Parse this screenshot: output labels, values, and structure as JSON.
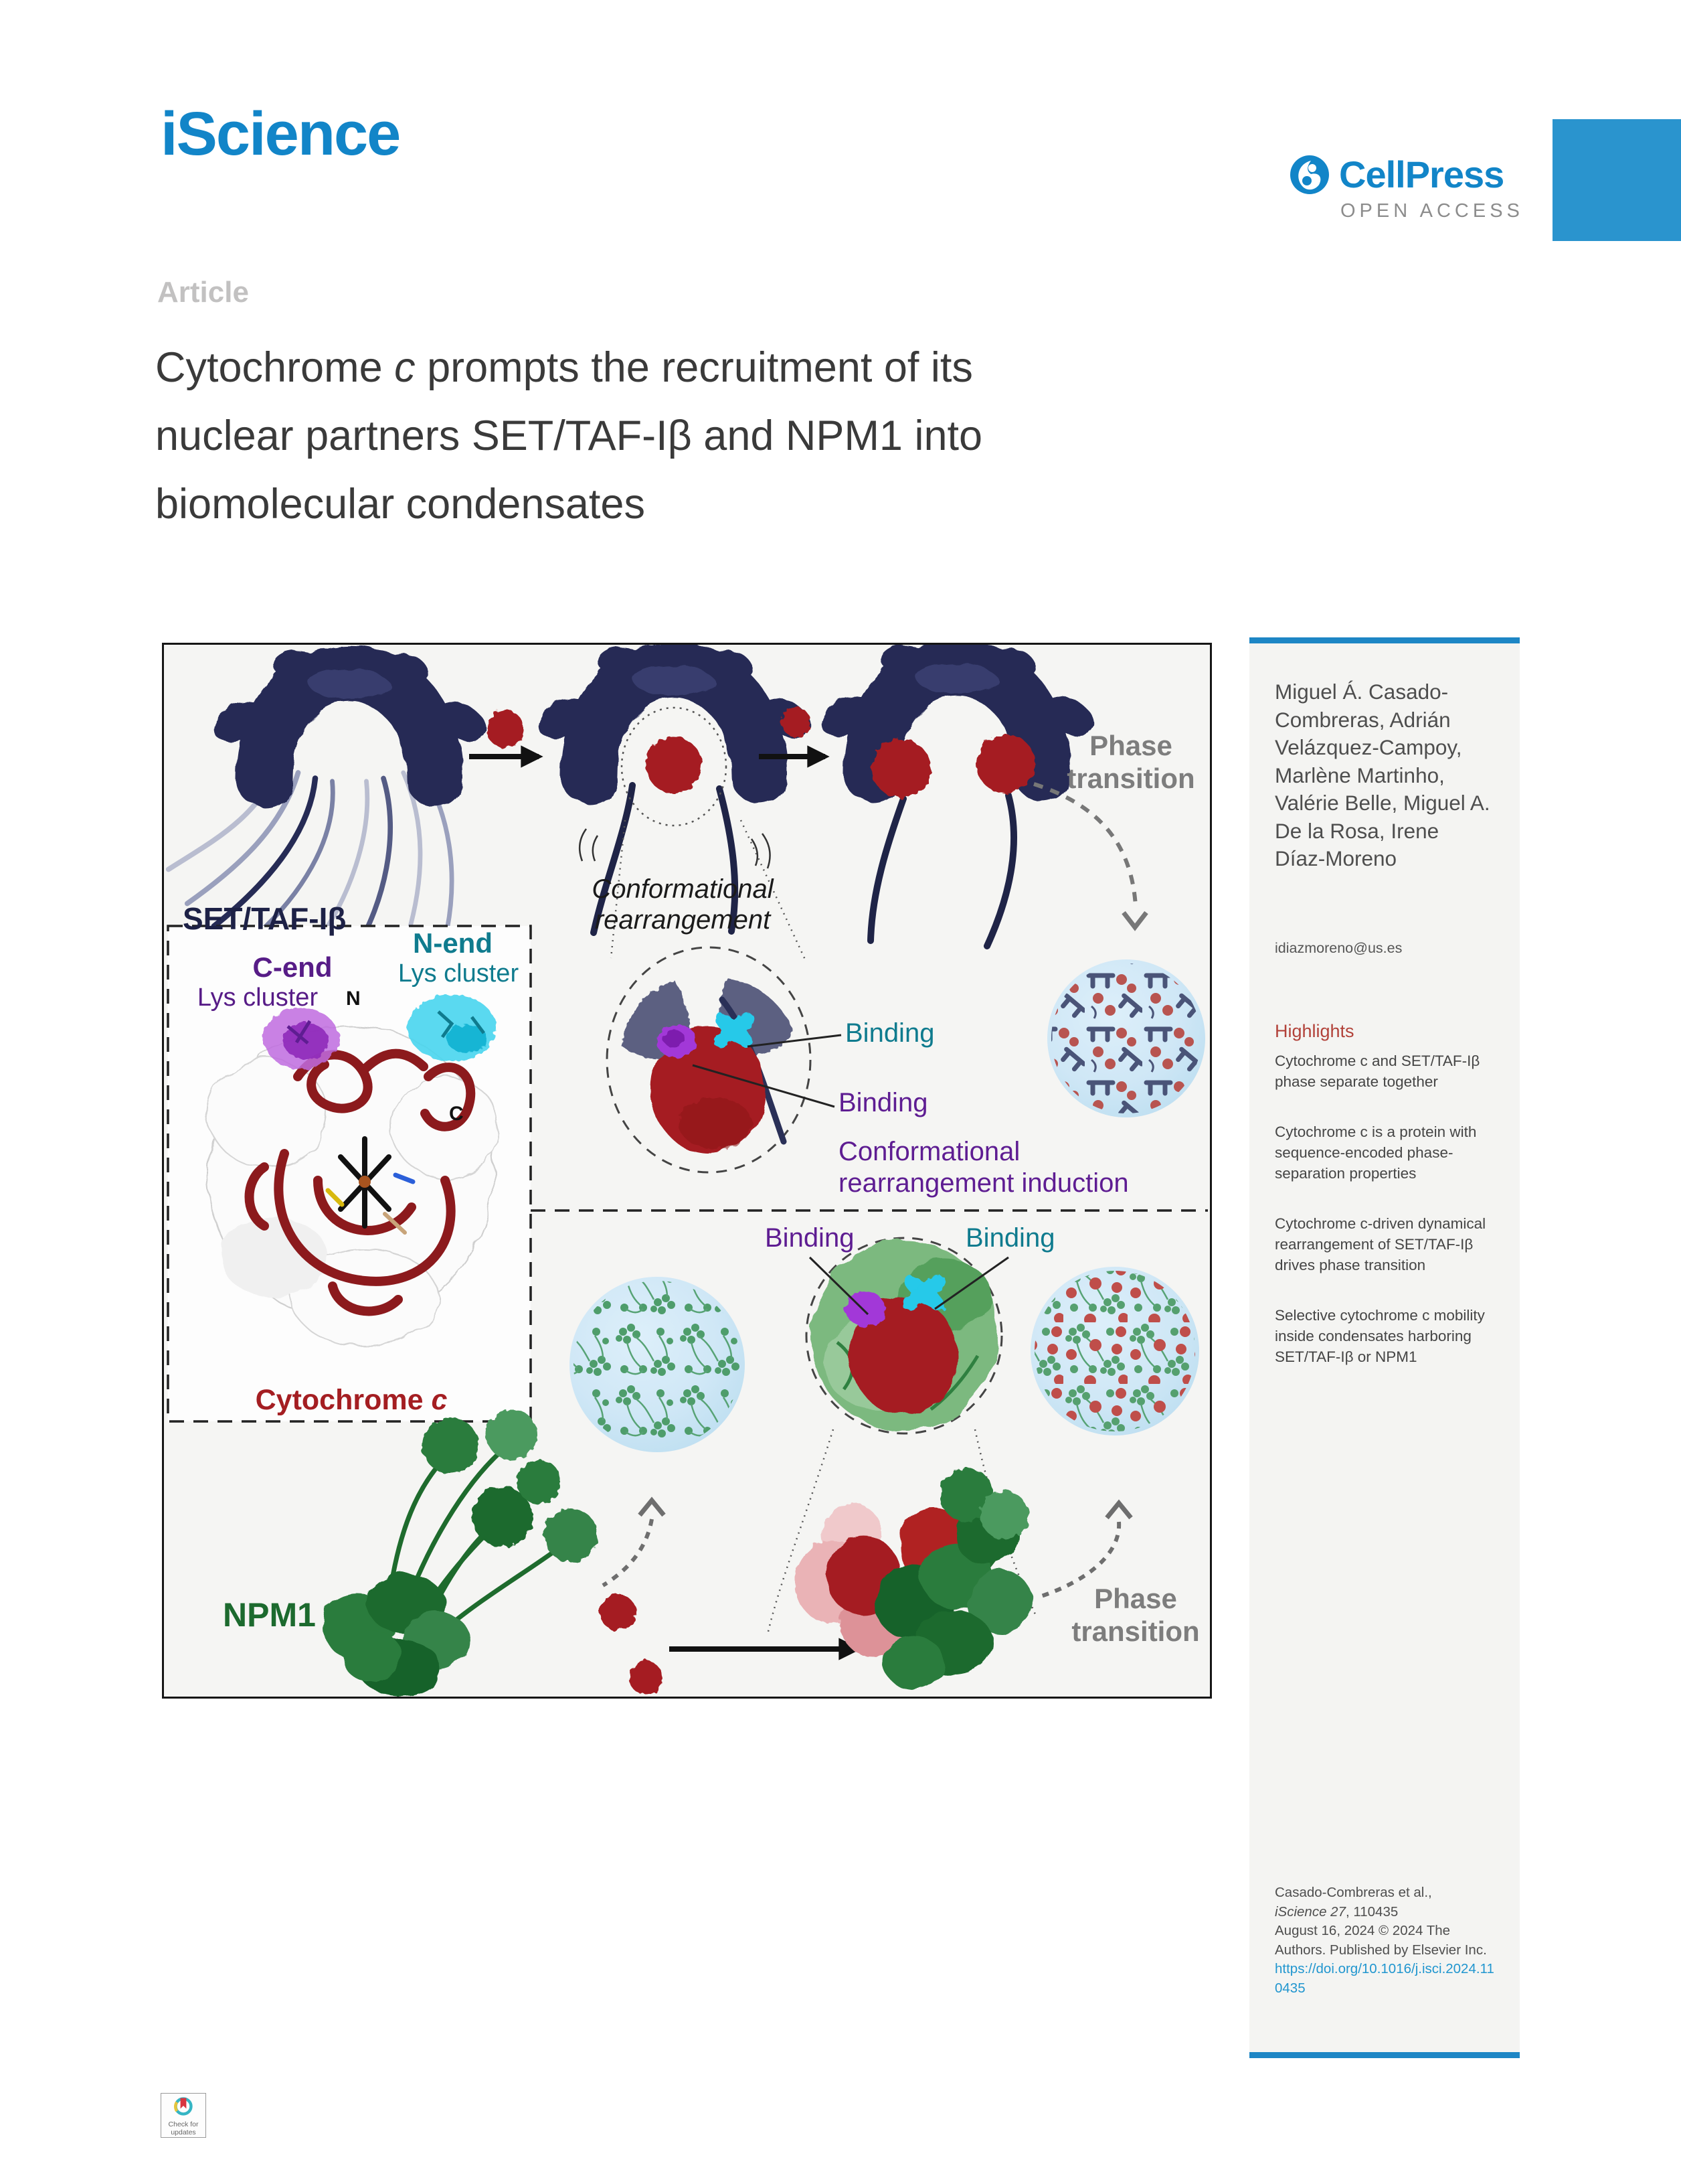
{
  "header": {
    "journal_logo": "iScience",
    "cellpress_logo": "CellPress",
    "open_access": "OPEN ACCESS"
  },
  "article": {
    "kicker": "Article",
    "title_pre": "Cytochrome ",
    "title_italic": "c",
    "title_post": " prompts the recruitment of its nuclear partners SET/TAF-Iβ and NPM1 into biomolecular condensates"
  },
  "abstract_figure": {
    "set_taf_label": "SET/TAF-Iβ",
    "conformational_line1": "Conformational",
    "conformational_line2": "rearrangement",
    "phase_transition_top_line1": "Phase",
    "phase_transition_top_line2": "transition",
    "n_end": "N-end",
    "n_lys_cluster": "Lys cluster",
    "c_end": "C-end",
    "c_lys_cluster": "Lys cluster",
    "n_terminus": "N",
    "c_terminus": "C",
    "cytochrome_pre": "Cytochrome ",
    "cytochrome_italic": "c",
    "binding_teal_mid": "Binding",
    "binding_purple_mid": "Binding",
    "induction_line1": "Conformational",
    "induction_line2": "rearrangement induction",
    "binding_purple_bottom": "Binding",
    "binding_teal_bottom": "Binding",
    "npm1_label": "NPM1",
    "phase_transition_bottom_line1": "Phase",
    "phase_transition_bottom_line2": "transition"
  },
  "sidebar": {
    "authors": "Miguel Á. Casado-Combreras, Adrián Velázquez-Campoy, Marlène Martinho, Valérie Belle, Miguel A. De la Rosa, Irene Díaz-Moreno",
    "email": "idiazmoreno@us.es",
    "highlights_title": "Highlights",
    "highlights": [
      "Cytochrome c and SET/TAF-Iβ phase separate together",
      "Cytochrome c is a protein with sequence-encoded phase-separation properties",
      "Cytochrome c-driven dynamical rearrangement of SET/TAF-Iβ drives phase transition",
      "Selective cytochrome c mobility inside condensates harboring SET/TAF-Iβ or NPM1"
    ],
    "citation_authors": "Casado-Combreras et al.,",
    "citation_journal": "iScience 27",
    "citation_pages": ", 110435",
    "citation_date": "August 16, 2024 © 2024 The Authors. Published by Elsevier Inc.",
    "doi": "https://doi.org/10.1016/j.isci.2024.110435"
  },
  "footer": {
    "check_updates_line1": "Check for",
    "check_updates_line2": "updates"
  },
  "colors": {
    "brand_blue": "#1285c8",
    "corner_square_blue": "#2a94ce",
    "sidebar_accent": "#1d86c5",
    "link_blue": "#2196cf",
    "highlights_red": "#b2423a",
    "set_taf_navy": "#262b55",
    "cytochrome_red": "#a51d20",
    "n_cluster_teal": "#0f7b8e",
    "c_cluster_purple": "#5e1d92",
    "npm1_green": "#1c6a2e",
    "phase_gray": "#7d7d7d"
  }
}
